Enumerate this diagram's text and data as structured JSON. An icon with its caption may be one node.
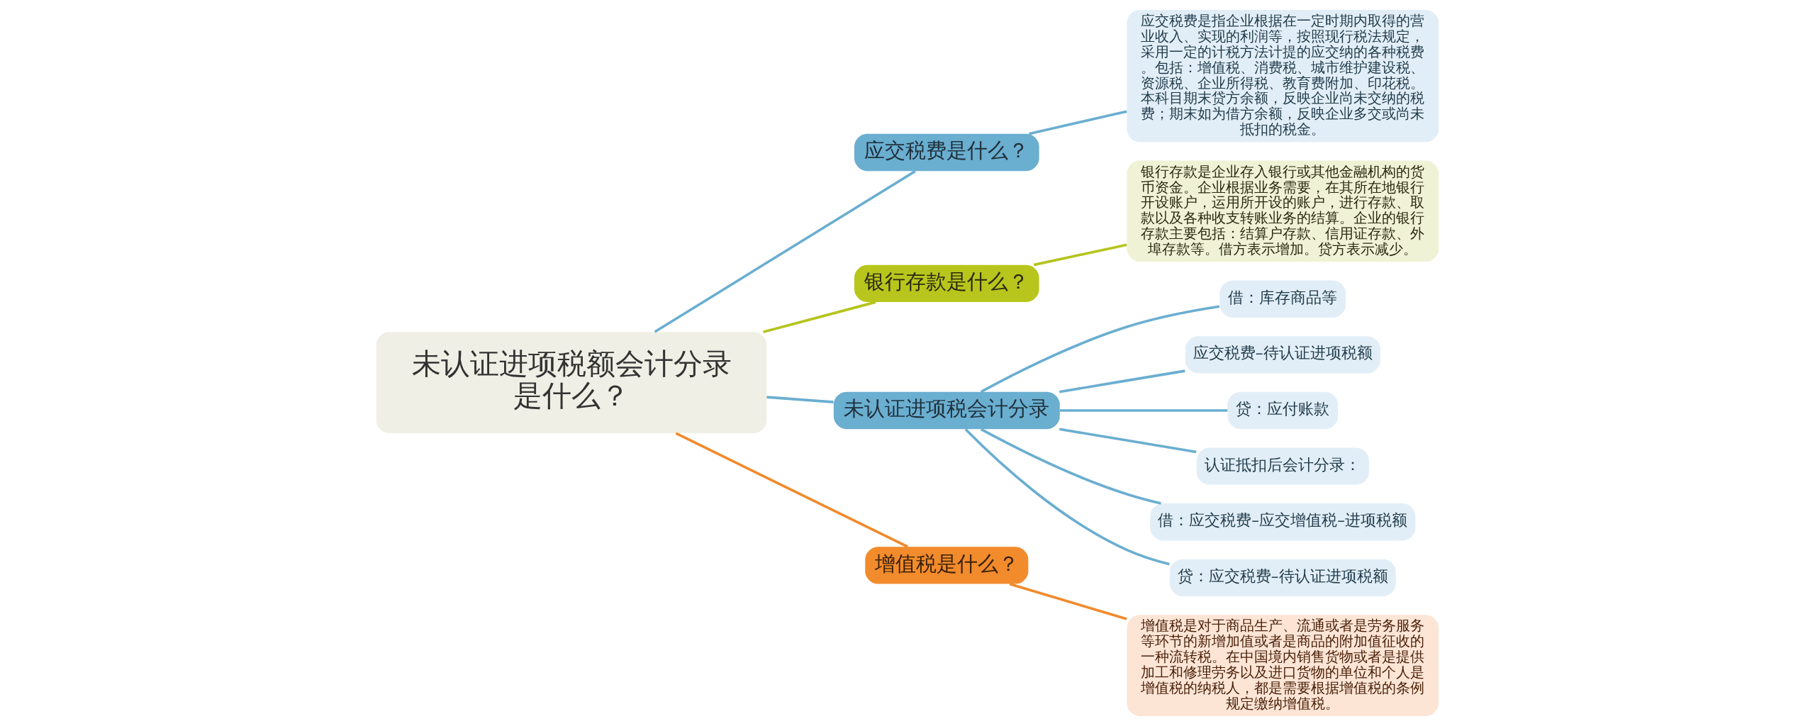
{
  "diagram": {
    "nodes": [
      {
        "text": [
          "未认证进项税额会计分录是什么？"
        ]
      },
      {
        "text": [
          "应交税费是什么？"
        ]
      },
      {
        "text": [
          "应交税费是指企业根据在一定时期内取得的营业收入、实现的利润等，按照现行税法规定，采用一定的计税方法计提的应交纳的各种税费。包括：增值税、消费税、城市维护建设税、资源税、企业所得税、教育费附加、印花税。本科目期末贷方余额，反映企业尚未交纳的税费；期末如为借方余额，反映企业多交或尚未抵扣的税金。"
        ]
      },
      {
        "text": [
          "银行存款是什么？"
        ]
      },
      {
        "text": [
          "银行存款是企业存入银行或其他金融机构的货币资金。企业根据业务需要，在其所在地银行开设账户，运用所开设的账户，进行存款、取款以及各种收支转账业务的结算。企业的银行存款主要包括：结算户存款、信用证存款、外埠存款等。借方表示增加。贷方表示减少。"
        ]
      },
      {
        "text": [
          "未认证进项税会计分录"
        ]
      },
      {
        "text": [
          "借：库存商品等"
        ]
      },
      {
        "text": [
          "应交税费–待认证进项税额"
        ]
      },
      {
        "text": [
          "贷：应付账款"
        ]
      },
      {
        "text": [
          "认证抵扣后会计分录："
        ]
      },
      {
        "text": [
          "借：应交税费–应交增值税–进项税额"
        ]
      },
      {
        "text": [
          "贷：应交税费–待认证进项税额"
        ]
      },
      {
        "text": [
          "增值税是什么？"
        ]
      },
      {
        "text": [
          "增值税是对于商品生产、流通或者是劳务服务等环节的新增加值或者是商品的附加值征收的一种流转税。在中国境内销售货物或者是提供加工和修理劳务以及进口货物的单位和个人是增值税的纳税人，都是需要根据增值税的条例规定缴纳增值税。"
        ]
      }
    ],
    "edges": [
      {
        "from": 0,
        "to": 1,
        "arrow": "none"
      },
      {
        "from": 1,
        "to": 2,
        "arrow": "none"
      },
      {
        "from": 0,
        "to": 3,
        "arrow": "none",
        "color": "#b5c41e"
      },
      {
        "from": 3,
        "to": 4,
        "arrow": "none",
        "color": "#b5c41e"
      },
      {
        "from": 0,
        "to": 5,
        "arrow": "none"
      },
      {
        "from": 5,
        "to": 6,
        "arrow": "none"
      },
      {
        "from": 5,
        "to": 7,
        "arrow": "none"
      },
      {
        "from": 5,
        "to": 8,
        "arrow": "none"
      },
      {
        "from": 5,
        "to": 9,
        "arrow": "none"
      },
      {
        "from": 5,
        "to": 10,
        "arrow": "none"
      },
      {
        "from": 5,
        "to": 11,
        "arrow": "none"
      },
      {
        "from": 0,
        "to": 12,
        "arrow": "none",
        "color": "#f08a2c"
      },
      {
        "from": 12,
        "to": 13,
        "arrow": "none",
        "color": "#f08a2c"
      }
    ]
  }
}
